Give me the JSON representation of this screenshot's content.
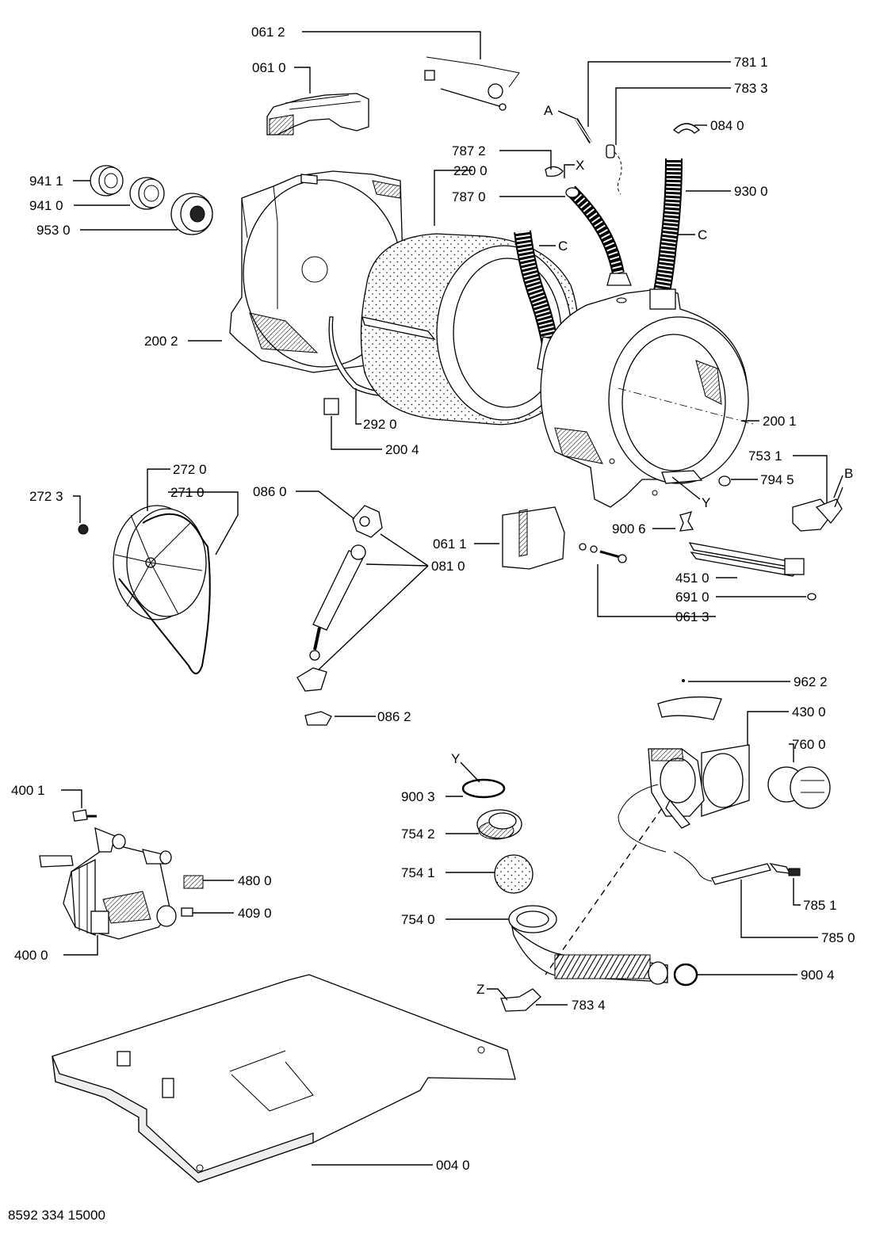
{
  "document_number": "8592 334 15000",
  "labels": {
    "p0612": "061 2",
    "p0610": "061 0",
    "p7811": "781 1",
    "p7833": "783 3",
    "pA": "A",
    "p0840": "084 0",
    "p7872": "787 2",
    "pX": "X",
    "p9411": "941 1",
    "p2200": "220 0",
    "p9410": "941 0",
    "p7870": "787 0",
    "p9300": "930 0",
    "p9530": "953 0",
    "pC1": "C",
    "pC2": "C",
    "p2002": "200 2",
    "p2920": "292 0",
    "p2001": "200 1",
    "p2004": "200 4",
    "p2720": "272 0",
    "p7531": "753 1",
    "pB": "B",
    "p2710": "271 0",
    "p0860": "086 0",
    "p7945": "794 5",
    "p2723": "272 3",
    "pY1": "Y",
    "p9006": "900 6",
    "p0611": "061 1",
    "p0810": "081 0",
    "p4510": "451 0",
    "p6910": "691 0",
    "p0613": "061 3",
    "p9622": "962 2",
    "p0862": "086 2",
    "p4300": "430 0",
    "p7600": "760 0",
    "pY2": "Y",
    "p9003": "900 3",
    "p4001": "400 1",
    "p7542": "754 2",
    "p7541": "754 1",
    "p4800": "480 0",
    "p7851": "785 1",
    "p4090": "409 0",
    "p7540": "754 0",
    "p7850": "785 0",
    "p4000": "400 0",
    "p9004": "900 4",
    "pZ": "Z",
    "p7834": "783 4",
    "p0040": "004 0"
  }
}
